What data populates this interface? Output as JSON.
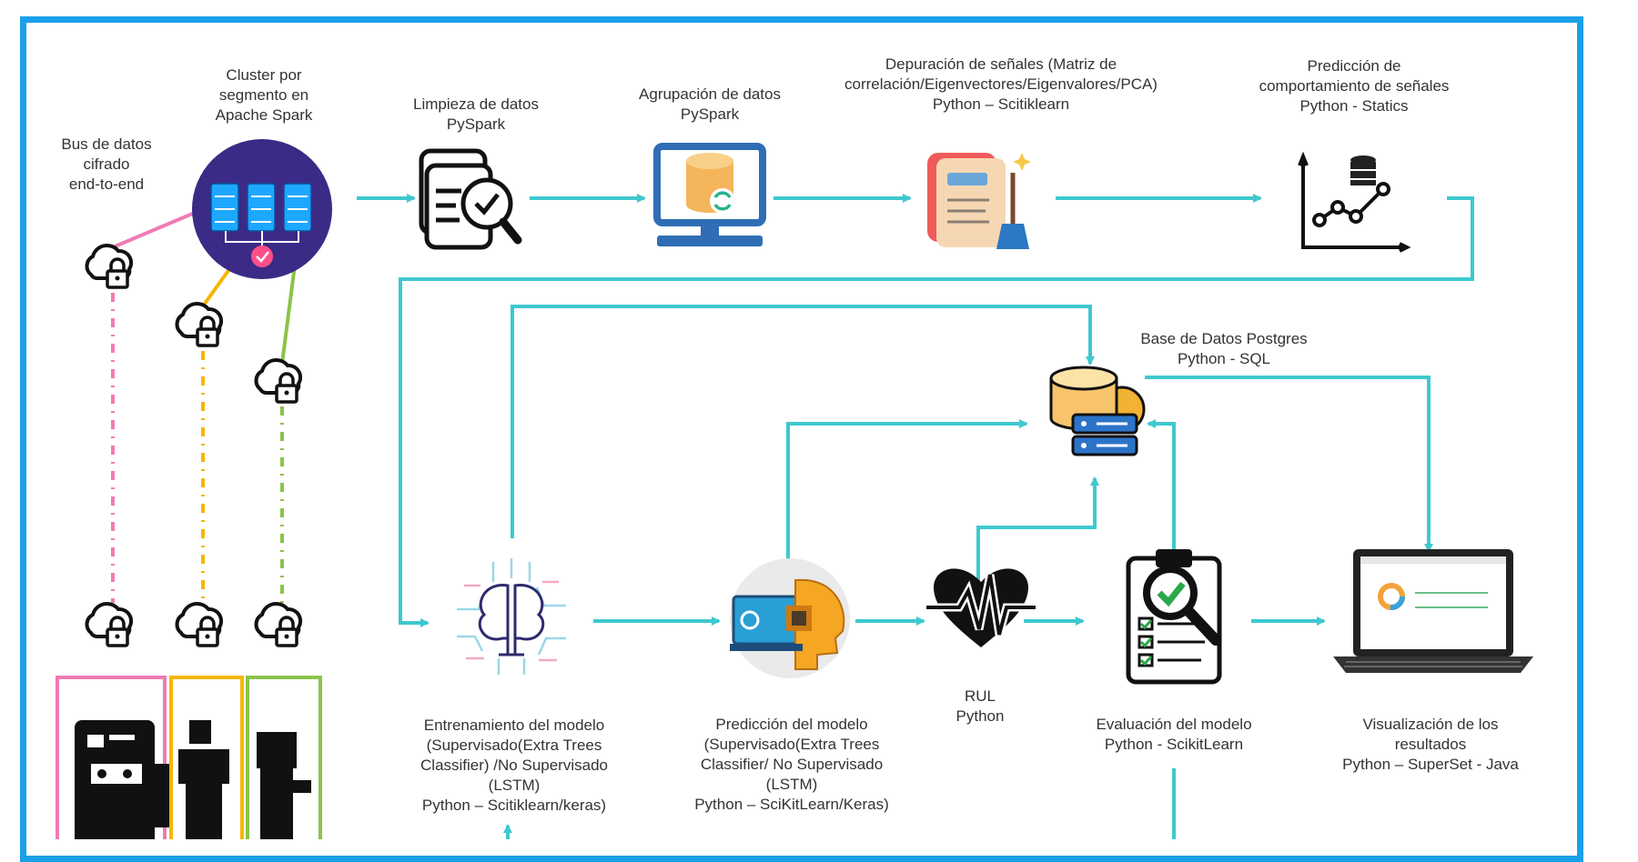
{
  "colors": {
    "frame": "#1aa0e8",
    "flow": "#3ec9cf",
    "pink": "#f07bb3",
    "orange": "#f7b500",
    "green": "#8bc34a",
    "cluster_bg": "#3b2a86",
    "text": "#333333"
  },
  "labels": {
    "bus": "Bus de datos\ncifrado\nend-to-end",
    "cluster": "Cluster por\nsegmento en\nApache Spark",
    "cleaning": "Limpieza de datos\nPySpark",
    "grouping": "Agrupación de datos\nPySpark",
    "debug": "Depuración de señales (Matriz de\ncorrelación/Eigenvectores/Eigenvalores/PCA)\nPython – Scitiklearn",
    "prediction_signals": "Predicción de\ncomportamiento de señales\nPython - Statics",
    "database": "Base de Datos Postgres\nPython - SQL",
    "training": "Entrenamiento del modelo\n(Supervisado(Extra Trees\nClassifier) /No Supervisado\n(LSTM)\nPython – Scitiklearn/keras)",
    "model_prediction": "Predicción del modelo\n(Supervisado(Extra Trees\nClassifier/ No Supervisado\n(LSTM)\nPython – SciKitLearn/Keras)",
    "rul": "RUL\nPython",
    "evaluation": "Evaluación del modelo\nPython - ScikitLearn",
    "visualization": "Visualización de los\nresultados\nPython – SuperSet - Java"
  },
  "icons": [
    "cloud-lock-icon",
    "server-cluster-icon",
    "document-search-icon",
    "monitor-database-icon",
    "document-broom-icon",
    "line-chart-database-icon",
    "database-server-gear-icon",
    "brain-circuit-icon",
    "head-chip-icon",
    "heartbeat-icon",
    "clipboard-magnifier-icon",
    "laptop-dashboard-icon",
    "industrial-machine-icon"
  ]
}
